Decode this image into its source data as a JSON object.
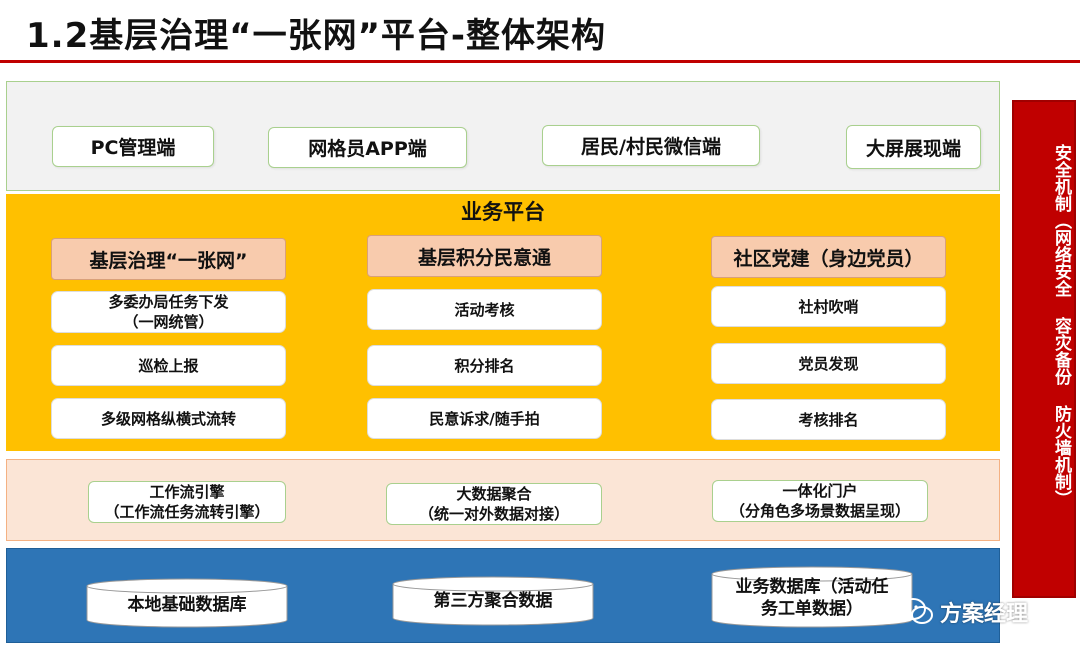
{
  "title": "1.2基层治理“一张网”平台-整体架构",
  "clients": [
    "PC管理端",
    "网格员APP端",
    "居民/村民微信端",
    "大屏展现端"
  ],
  "business": {
    "title": "业务平台",
    "columns": [
      {
        "head": "基层治理“一张网”",
        "items": [
          [
            "多委办局任务下发",
            "（一网统管）"
          ],
          [
            "巡检上报"
          ],
          [
            "多级网格纵横式流转"
          ]
        ]
      },
      {
        "head": "基层积分民意通",
        "items": [
          [
            "活动考核"
          ],
          [
            "积分排名"
          ],
          [
            "民意诉求/随手拍"
          ]
        ]
      },
      {
        "head": "社区党建（身边党员）",
        "items": [
          [
            "社村吹哨"
          ],
          [
            "党员发现"
          ],
          [
            "考核排名"
          ]
        ]
      }
    ]
  },
  "middleware": [
    [
      "工作流引擎",
      "（工作流任务流转引擎）"
    ],
    [
      "大数据聚合",
      "（统一对外数据对接）"
    ],
    [
      "一体化门户",
      "（分角色多场景数据呈现）"
    ]
  ],
  "data": [
    [
      "本地基础数据库"
    ],
    [
      "第三方聚合数据"
    ],
    [
      "业务数据库（活动任",
      "务工单数据）"
    ]
  ],
  "security": "安全机制（网络安全 容灾备份 防火墙机制）",
  "watermark": "方案经理",
  "colors": {
    "accent_red": "#c00000",
    "biz_yellow": "#ffc000",
    "data_blue": "#2e75b6",
    "head_peach": "#f8cbad"
  }
}
